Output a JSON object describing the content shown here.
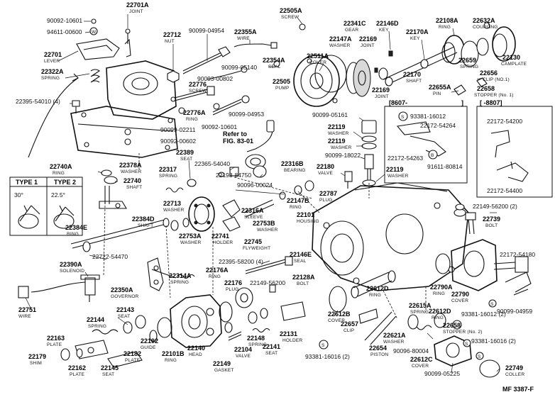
{
  "diagram_code": "MF 3387-F",
  "refer_text": [
    "Refer to",
    "FIG. 83-01"
  ],
  "type_boxes": [
    {
      "title": "TYPE 1",
      "angle": "30°"
    },
    {
      "title": "TYPE 2",
      "angle": "22.5°"
    }
  ],
  "date_ranges": [
    "[8607-",
    "]",
    "[ -8807]"
  ],
  "callouts": [
    {
      "part": "90092-10601",
      "desc": ""
    },
    {
      "part": "94611-00600",
      "desc": ""
    },
    {
      "part": "22701A",
      "desc": "JOINT"
    },
    {
      "part": "22701",
      "desc": "LEVER"
    },
    {
      "part": "22322A",
      "desc": "SPRING"
    },
    {
      "part": "22395-54010 (4)",
      "desc": ""
    },
    {
      "part": "22712",
      "desc": "NUT"
    },
    {
      "part": "90099-04954",
      "desc": ""
    },
    {
      "part": "22355A",
      "desc": "WIRE"
    },
    {
      "part": "90099-05140",
      "desc": ""
    },
    {
      "part": "22354A",
      "desc": "SEAL"
    },
    {
      "part": "90093-00802",
      "desc": ""
    },
    {
      "part": "22776",
      "desc": "SCREW"
    },
    {
      "part": "22776A",
      "desc": "RING"
    },
    {
      "part": "90099-04953",
      "desc": ""
    },
    {
      "part": "90092-10601",
      "desc": ""
    },
    {
      "part": "90099-02211",
      "desc": ""
    },
    {
      "part": "90092-00602",
      "desc": ""
    },
    {
      "part": "22505A",
      "desc": "SCREW"
    },
    {
      "part": "22511A",
      "desc": "COVER"
    },
    {
      "part": "22505",
      "desc": "PUMP"
    },
    {
      "part": "22147A",
      "desc": "WASHER"
    },
    {
      "part": "22341C",
      "desc": "GEAR"
    },
    {
      "part": "22169",
      "desc": "JOINT"
    },
    {
      "part": "22146D",
      "desc": "KEY"
    },
    {
      "part": "22108A",
      "desc": "RING"
    },
    {
      "part": "22632A",
      "desc": "COUPLING"
    },
    {
      "part": "22170A",
      "desc": "KEY"
    },
    {
      "part": "22659",
      "desc": "SPRING"
    },
    {
      "part": "22130",
      "desc": "CAMPLATE"
    },
    {
      "part": "22170",
      "desc": "SHAFT"
    },
    {
      "part": "22169",
      "desc": "JOINT"
    },
    {
      "part": "22656",
      "desc": "CLIP (NO.1)"
    },
    {
      "part": "22655A",
      "desc": "PIN"
    },
    {
      "part": "22658",
      "desc": "STOPPER (No. 1)"
    },
    {
      "part": "90099-05161",
      "desc": ""
    },
    {
      "part": "22119",
      "desc": "WASHER"
    },
    {
      "part": "22119",
      "desc": "WASHER"
    },
    {
      "part": "90099-18022",
      "desc": ""
    },
    {
      "part": "22180",
      "desc": "VALVE"
    },
    {
      "part": "22119",
      "desc": "WASHER"
    },
    {
      "part": "93381-16012",
      "desc": ""
    },
    {
      "part": "22172-54264",
      "desc": ""
    },
    {
      "part": "22172-54263",
      "desc": ""
    },
    {
      "part": "91611-80814",
      "desc": ""
    },
    {
      "part": "22172-54200",
      "desc": ""
    },
    {
      "part": "22172-54400",
      "desc": ""
    },
    {
      "part": "22740A",
      "desc": "RING"
    },
    {
      "part": "22378A",
      "desc": "WASHER"
    },
    {
      "part": "22740",
      "desc": "SHAFT"
    },
    {
      "part": "22389",
      "desc": "SEAT"
    },
    {
      "part": "22317",
      "desc": "SPRING"
    },
    {
      "part": "22365-54040",
      "desc": ""
    },
    {
      "part": "22193-84750",
      "desc": ""
    },
    {
      "part": "22316B",
      "desc": "BEARING"
    },
    {
      "part": "90096-00024",
      "desc": ""
    },
    {
      "part": "22147B",
      "desc": "RING"
    },
    {
      "part": "22787",
      "desc": "PLUG"
    },
    {
      "part": "22149-56200 (2)",
      "desc": ""
    },
    {
      "part": "22739",
      "desc": "BOLT"
    },
    {
      "part": "22713",
      "desc": "WASHER"
    },
    {
      "part": "22384D",
      "desc": "SHAFT"
    },
    {
      "part": "22384E",
      "desc": "RING"
    },
    {
      "part": "22316A",
      "desc": "SLEEVE"
    },
    {
      "part": "22753B",
      "desc": "WASHER"
    },
    {
      "part": "22101",
      "desc": "HOUSING"
    },
    {
      "part": "22753A",
      "desc": "WASHER"
    },
    {
      "part": "22741",
      "desc": "HOLDER"
    },
    {
      "part": "22745",
      "desc": "FLYWEIGHT"
    },
    {
      "part": "22722-54470",
      "desc": ""
    },
    {
      "part": "22390A",
      "desc": "SOLENOID"
    },
    {
      "part": "22146E",
      "desc": "SEAL"
    },
    {
      "part": "22395-58200 (4)",
      "desc": ""
    },
    {
      "part": "22314A",
      "desc": "SPRING"
    },
    {
      "part": "22176A",
      "desc": "RING"
    },
    {
      "part": "22176",
      "desc": "PLUG"
    },
    {
      "part": "22149-56200",
      "desc": ""
    },
    {
      "part": "22128A",
      "desc": "BOLT"
    },
    {
      "part": "22172-54180",
      "desc": ""
    },
    {
      "part": "22350A",
      "desc": "GOVERNOR"
    },
    {
      "part": "22790A",
      "desc": "RING"
    },
    {
      "part": "22790",
      "desc": "COVER"
    },
    {
      "part": "90099-04959",
      "desc": ""
    },
    {
      "part": "22751",
      "desc": "WIRE"
    },
    {
      "part": "22143",
      "desc": "SEAT"
    },
    {
      "part": "22612D",
      "desc": "RING"
    },
    {
      "part": "22612B",
      "desc": "COVER"
    },
    {
      "part": "93381-16012 (2)",
      "desc": ""
    },
    {
      "part": "22615A",
      "desc": "SPRING"
    },
    {
      "part": "22612D",
      "desc": "RING"
    },
    {
      "part": "22144",
      "desc": "SPRING"
    },
    {
      "part": "22658",
      "desc": "STOPPER (No. 2)"
    },
    {
      "part": "22657",
      "desc": "CLIP"
    },
    {
      "part": "22148",
      "desc": "SPRING"
    },
    {
      "part": "22131",
      "desc": "HOLDER"
    },
    {
      "part": "22192",
      "desc": "GUIDE"
    },
    {
      "part": "22141",
      "desc": "SEAT"
    },
    {
      "part": "22621A",
      "desc": "WASHER"
    },
    {
      "part": "22163",
      "desc": "PLATE"
    },
    {
      "part": "22140",
      "desc": "HEAD"
    },
    {
      "part": "22101B",
      "desc": "RING"
    },
    {
      "part": "22182",
      "desc": "PLATE"
    },
    {
      "part": "22104",
      "desc": "VALVE"
    },
    {
      "part": "22149",
      "desc": "GASKET"
    },
    {
      "part": "93381-16016 (2)",
      "desc": ""
    },
    {
      "part": "22654",
      "desc": "PISTON"
    },
    {
      "part": "90096-80004",
      "desc": ""
    },
    {
      "part": "93381-16016 (2)",
      "desc": ""
    },
    {
      "part": "22179",
      "desc": "SHIM"
    },
    {
      "part": "22162",
      "desc": "PLATE"
    },
    {
      "part": "22145",
      "desc": "SEAT"
    },
    {
      "part": "22612C",
      "desc": "COVER"
    },
    {
      "part": "90099-05225",
      "desc": ""
    },
    {
      "part": "22749",
      "desc": "COLLER"
    }
  ]
}
